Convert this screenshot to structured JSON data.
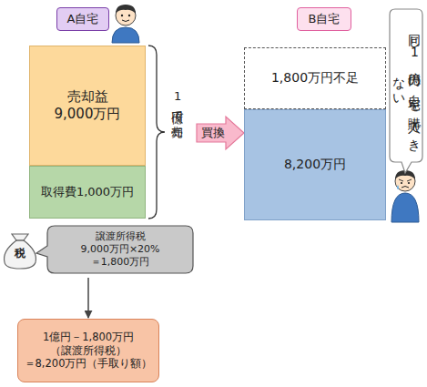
{
  "diagram": {
    "nodes": [
      {
        "text": [
          "A自宅"
        ]
      },
      {
        "text": [
          "売却益 9,000万円"
        ]
      },
      {
        "text": [
          "取得費1,000万円"
        ]
      },
      {
        "text": [
          "買換"
        ]
      },
      {
        "text": [
          "B自宅"
        ]
      },
      {
        "text": [
          "1,800万円不足"
        ]
      },
      {
        "text": [
          "8,200万円"
        ]
      },
      {
        "text": [
          "同じ1億円の自宅を購入できない"
        ]
      },
      {
        "text": [
          "譲渡所得税 9,000万円×20% ＝1,800万円"
        ]
      },
      {
        "text": [
          "1億円－1,800万円 （譲渡所得税） ＝8,200万円（手取り額）"
        ]
      }
    ],
    "edges": [
      {
        "from": 8,
        "to": 9,
        "arrow": "to"
      }
    ],
    "labels": [
      "1億円で売却",
      "税"
    ]
  }
}
